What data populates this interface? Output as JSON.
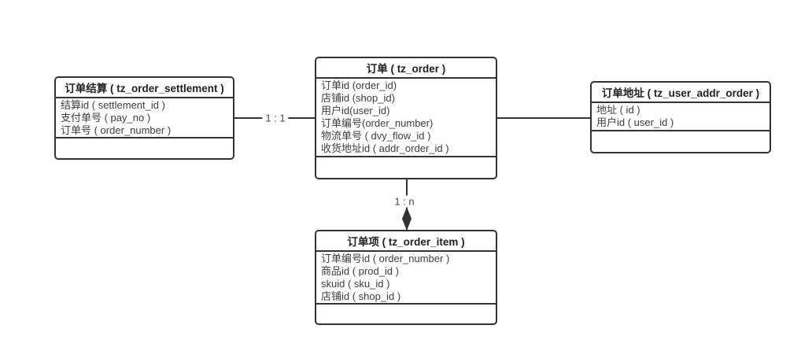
{
  "diagram": {
    "background": "#ffffff",
    "line_color": "#333333",
    "text_color": "#3d3d3d",
    "entities": [
      {
        "name": "order",
        "title": "订单 ( tz_order )",
        "fields": [
          "订单id (order_id)",
          "店铺id (shop_id)",
          "用户id(user_id)",
          "订单编号(order_number)",
          "物流单号 ( dvy_flow_id )",
          "收货地址id ( addr_order_id )"
        ]
      },
      {
        "name": "order_settlement",
        "title": "订单结算 ( tz_order_settlement )",
        "fields": [
          "结算id ( settlement_id )",
          "支付单号 ( pay_no )",
          "订单号 ( order_number )"
        ]
      },
      {
        "name": "user_addr_order",
        "title": "订单地址 ( tz_user_addr_order )",
        "fields": [
          "地址 ( id )",
          "用户id ( user_id )"
        ]
      },
      {
        "name": "order_item",
        "title": "订单项 ( tz_order_item )",
        "fields": [
          "订单编号id ( order_number )",
          "商品id ( prod_id )",
          "skuid ( sku_id )",
          "店铺id ( shop_id )"
        ]
      }
    ],
    "relationships": [
      {
        "from": "order_settlement",
        "to": "order",
        "label": "1 : 1"
      },
      {
        "from": "order",
        "to": "user_addr_order",
        "label": ""
      },
      {
        "from": "order",
        "to": "order_item",
        "label": "1 : n"
      }
    ]
  }
}
